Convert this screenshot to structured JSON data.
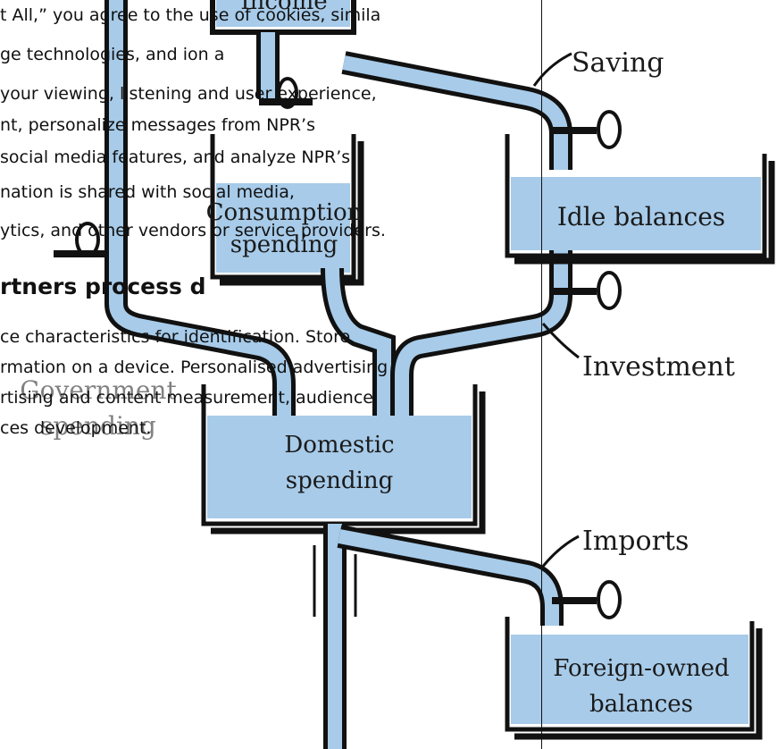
{
  "consent": {
    "paragraph_lines": [
      "t All,” you agree to the use of cookies, simila",
      "ge technologies, and           ion a",
      " your viewing, listening and user experience,",
      "nt, personalize messages from NPR’s",
      "social media features, and analyze NPR’s",
      "nation is shared with social media,",
      "ytics, and other vendors or service providers."
    ],
    "heading": "rtners process d",
    "purposes_lines": [
      "ce characteristics for identification. Store",
      "rmation on a device. Personalised advertising",
      "rtising and content measurement, audience",
      "ces development."
    ]
  },
  "diagram": {
    "labels": {
      "income": "Income",
      "saving": "Saving",
      "consumption_line1": "Consumption",
      "consumption_line2": "spending",
      "idle_balances": "Idle balances",
      "investment": "Investment",
      "government_line1": "Government",
      "government_line2": "spending",
      "domestic_line1": "Domestic",
      "domestic_line2": "spending",
      "imports": "Imports",
      "foreign_line1": "Foreign-owned",
      "foreign_line2": "balances"
    },
    "colors": {
      "water": "#a7cbe9",
      "outline": "#111111"
    }
  }
}
